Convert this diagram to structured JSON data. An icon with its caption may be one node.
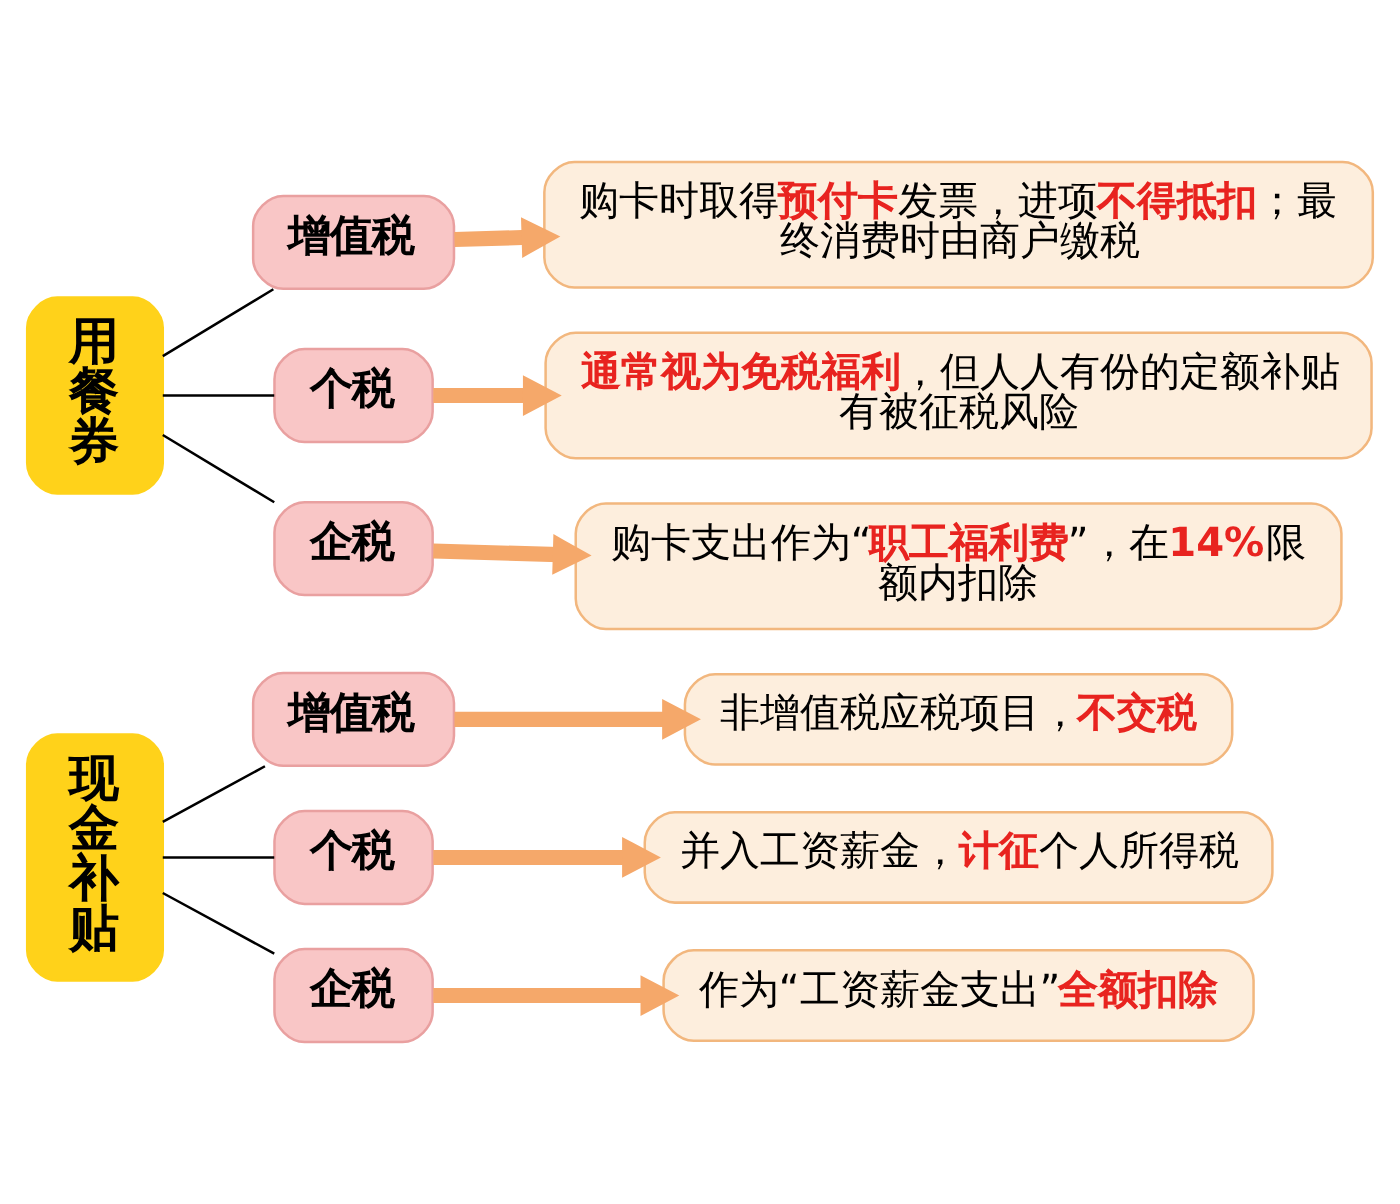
{
  "diagram": {
    "nodes": [
      {
        "text": [
          "现金补贴"
        ]
      },
      {
        "text": [
          "增值税"
        ]
      },
      {
        "text": [
          "非增值税应税项目，**不交税**"
        ]
      },
      {
        "text": [
          "个税"
        ]
      },
      {
        "text": [
          "并入工资薪金，**计征**个人所得税"
        ]
      },
      {
        "text": [
          "企税"
        ]
      },
      {
        "text": [
          "作为“工资薪金支出”**全额扣除**"
        ]
      },
      {
        "text": [
          "用餐券"
        ]
      },
      {
        "text": [
          "增值税"
        ]
      },
      {
        "text": [
          "购卡时取得**预付卡**发票，进项**不得抵扣**；最终消费时由商户缴税"
        ]
      },
      {
        "text": [
          "个税"
        ]
      },
      {
        "text": [
          "**通常视为免税福利**，但人人有份的定额补贴有被征税风险"
        ]
      },
      {
        "text": [
          "企税"
        ]
      },
      {
        "text": [
          "购卡支出作为“**职工福利费**”，在**14%**限额内扣除"
        ]
      }
    ],
    "edges": [
      {
        "from": 0,
        "to": 1,
        "arrow": "none",
        "color": "#000000"
      },
      {
        "from": 0,
        "to": 3,
        "arrow": "none",
        "color": "#000000"
      },
      {
        "from": 0,
        "to": 5,
        "arrow": "none",
        "color": "#000000"
      },
      {
        "from": 1,
        "to": 2,
        "arrow": "to",
        "style": "thick",
        "color": "#f5a86a"
      },
      {
        "from": 3,
        "to": 4,
        "arrow": "to",
        "style": "thick",
        "color": "#f5a86a"
      },
      {
        "from": 5,
        "to": 6,
        "arrow": "to",
        "style": "thick",
        "color": "#f5a86a"
      },
      {
        "from": 7,
        "to": 8,
        "arrow": "none",
        "color": "#000000"
      },
      {
        "from": 7,
        "to": 10,
        "arrow": "none",
        "color": "#000000"
      },
      {
        "from": 7,
        "to": 12,
        "arrow": "none",
        "color": "#000000"
      },
      {
        "from": 8,
        "to": 9,
        "arrow": "to",
        "style": "thick",
        "color": "#f5a86a"
      },
      {
        "from": 10,
        "to": 11,
        "arrow": "to",
        "style": "thick",
        "color": "#f5a86a"
      },
      {
        "from": 12,
        "to": 13,
        "arrow": "to",
        "style": "thick",
        "color": "#f5a86a"
      }
    ]
  }
}
